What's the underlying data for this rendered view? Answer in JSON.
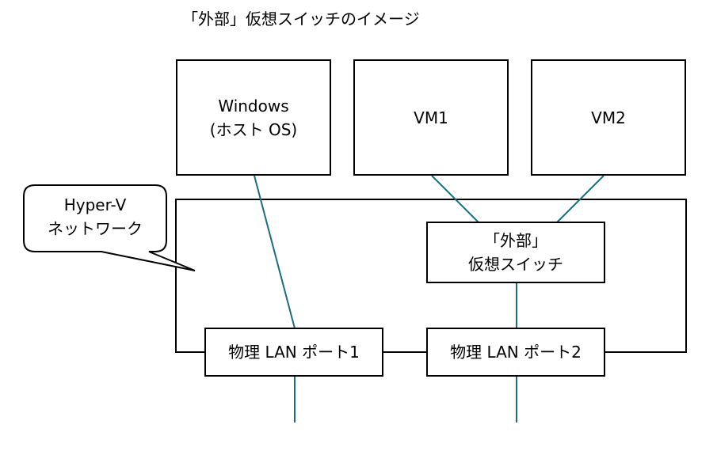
{
  "title": "「外部」仮想スイッチのイメージ",
  "nodes": {
    "windows": {
      "line1": "Windows",
      "line2": "(ホスト OS)"
    },
    "vm1": {
      "label": "VM1"
    },
    "vm2": {
      "label": "VM2"
    },
    "external_switch": {
      "line1": "「外部」",
      "line2": "仮想スイッチ"
    },
    "port1": {
      "label": "物理 LAN ポート1"
    },
    "port2": {
      "label": "物理 LAN ポート2"
    }
  },
  "callout": {
    "line1": "Hyper-V",
    "line2": "ネットワーク"
  },
  "colors": {
    "connector": "#1f6a7e",
    "border": "#000000",
    "background": "#ffffff"
  }
}
